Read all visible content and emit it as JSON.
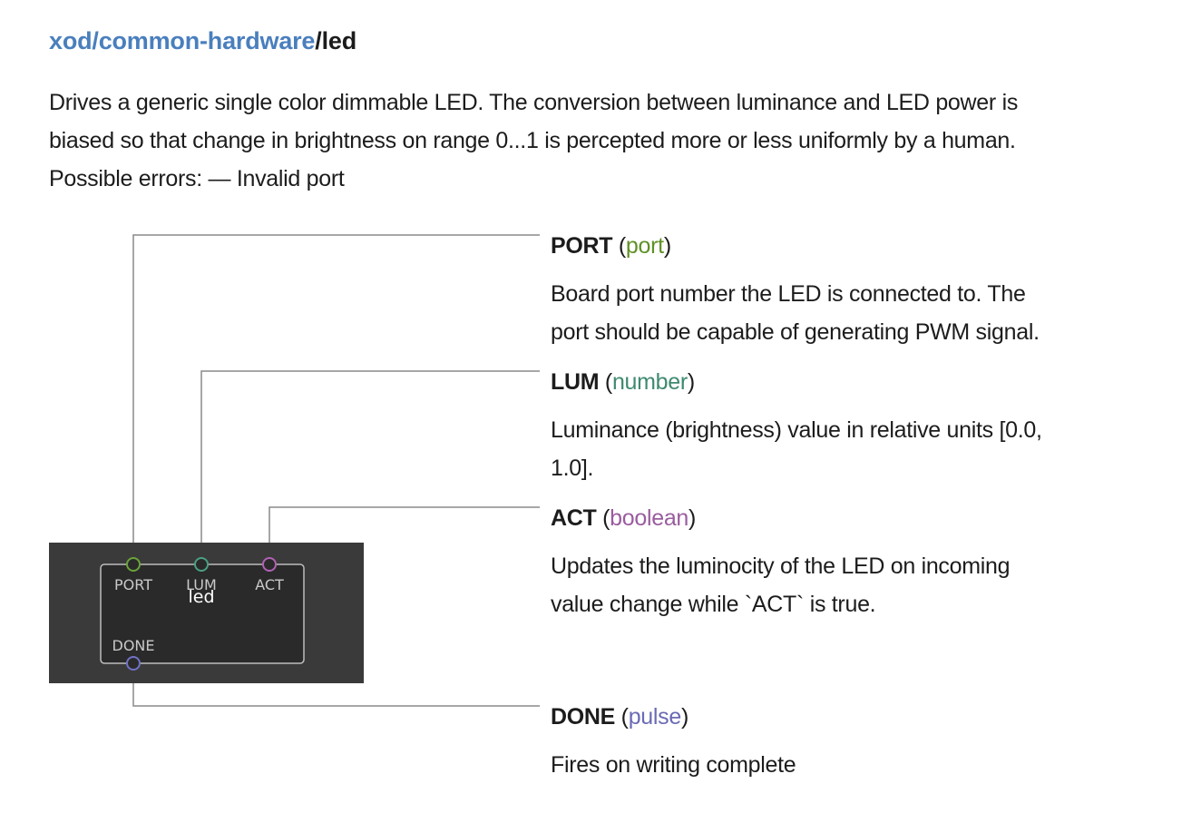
{
  "header": {
    "library": "xod/common-hardware",
    "separator": "/",
    "node_name": "led"
  },
  "description": [
    "Drives a generic single color dimmable LED. The conversion between luminance and LED power is",
    "biased so that change in brightness on range 0...1 is percepted more or less uniformly by a human.",
    "Possible errors: — Invalid port"
  ],
  "node": {
    "label": "led",
    "background_color": "#3a3a3a",
    "body_color": "#2a2a2a",
    "inputs": [
      {
        "label": "PORT",
        "color": "#6aa33a"
      },
      {
        "label": "LUM",
        "color": "#4aa083"
      },
      {
        "label": "ACT",
        "color": "#b062b5"
      }
    ],
    "outputs": [
      {
        "label": "DONE",
        "color": "#7171c6"
      }
    ]
  },
  "pins": [
    {
      "name": "PORT",
      "type": "port",
      "type_color": "#5f9125",
      "lines": [
        "Board port number the LED is connected to. The",
        "port should be capable of generating PWM signal."
      ]
    },
    {
      "name": "LUM",
      "type": "number",
      "type_color": "#3f8a6e",
      "lines": [
        "Luminance (brightness) value in relative units [0.0,",
        "1.0]."
      ]
    },
    {
      "name": "ACT",
      "type": "boolean",
      "type_color": "#9a5c9f",
      "lines": [
        "Updates the luminocity of the LED on incoming",
        "value change while `ACT` is true."
      ]
    },
    {
      "name": "DONE",
      "type": "pulse",
      "type_color": "#6a6ab5",
      "lines": [
        "Fires on writing complete"
      ]
    }
  ]
}
